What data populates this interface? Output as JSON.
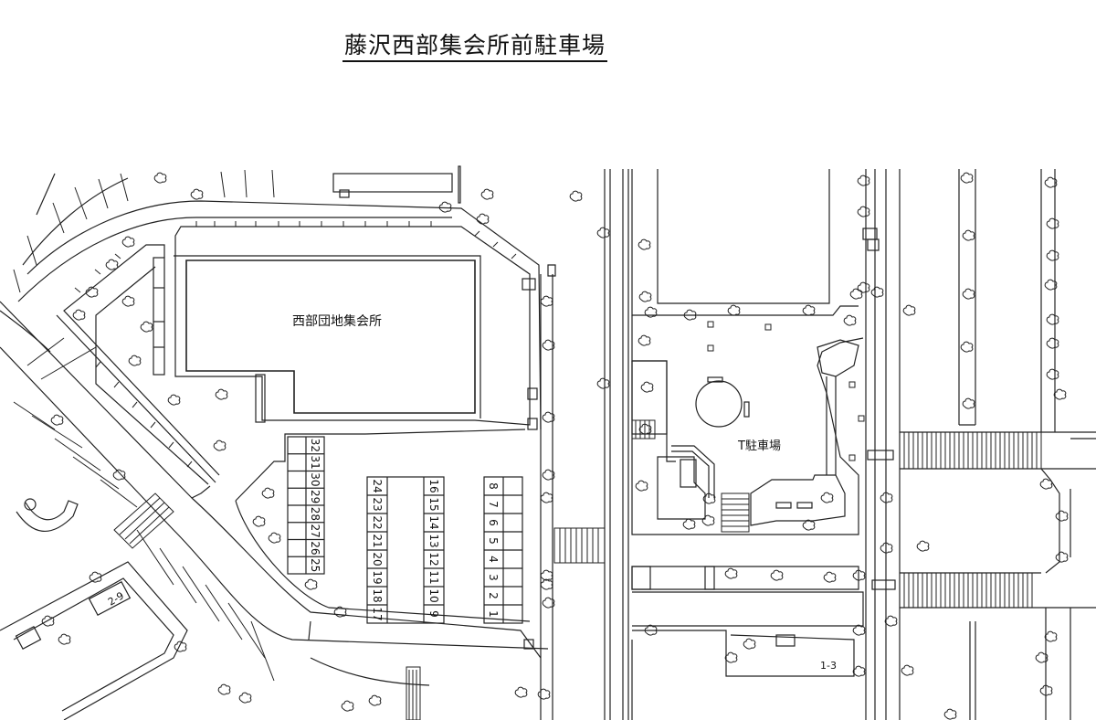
{
  "title": "藤沢西部集会所前駐車場",
  "map": {
    "building_label": "西部団地集会所",
    "t_parking_label": "T駐車場",
    "block_labels": [
      "2-9",
      "1-3"
    ]
  },
  "parking_slots": {
    "row_right": [
      "8",
      "7",
      "6",
      "5",
      "4",
      "3",
      "2",
      "1"
    ],
    "row_mid_right": [
      "16",
      "15",
      "14",
      "13",
      "12",
      "11",
      "10",
      "9"
    ],
    "row_mid_left": [
      "24",
      "23",
      "22",
      "21",
      "20",
      "19",
      "18",
      "17"
    ],
    "row_left": [
      "32",
      "31",
      "30",
      "29",
      "28",
      "27",
      "26",
      "25"
    ]
  }
}
